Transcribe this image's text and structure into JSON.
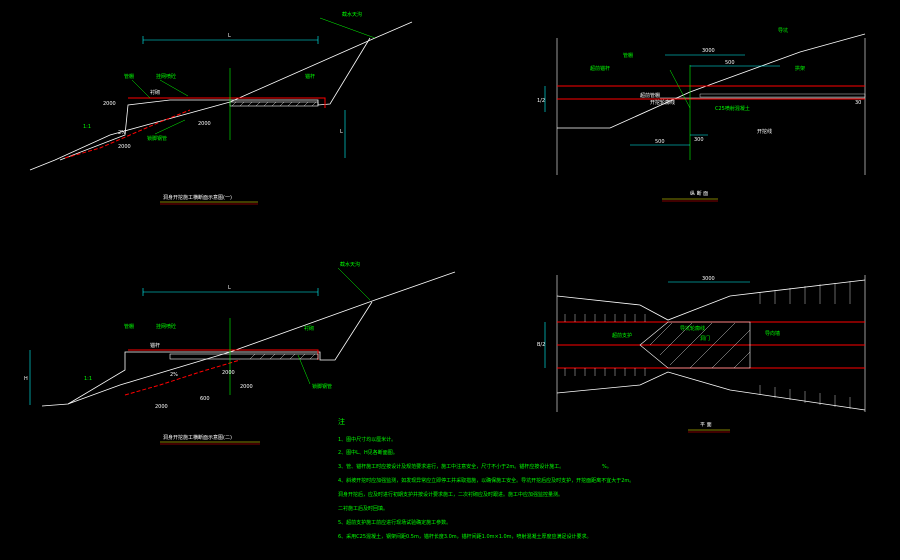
{
  "colors": {
    "background": "#000000",
    "ground_line": "#ffffff",
    "pipe_red": "#ff0000",
    "leader_green": "#00ff00",
    "dimension_cyan": "#00ffff",
    "title_underline_yellow": "#ffff00",
    "note_text_green": "#00ff00",
    "hatch_white": "#ffffff"
  },
  "views": {
    "top_left": {
      "title": "洞身开挖施工横断面示意图(一)",
      "dim_top": "L",
      "dim_side": "L",
      "slope_ratio": "1:1",
      "ratio_inner": "2%",
      "dim_a": "2000",
      "dim_b": "2000",
      "dim_c": "2000",
      "labels": [
        "截水天沟",
        "管棚",
        "挂网喷砼",
        "锚杆",
        "衬砌",
        "锁脚钢管"
      ]
    },
    "top_right": {
      "title": "纵 断 面",
      "dim_top_a": "3000",
      "dim_top_b": "500",
      "dim_bottom_a": "500",
      "dim_bottom_b": "300",
      "dim_side": "1/2",
      "dim_right": "30",
      "labels": [
        "导坑",
        "超前锚杆",
        "管棚",
        "超前管棚",
        "C25喷射混凝土",
        "开挖轮廓线",
        "拱架",
        "开挖线"
      ]
    },
    "bottom_left": {
      "title": "洞身开挖施工横断面示意图(二)",
      "dim_top": "L",
      "dim_side": "H",
      "slope_ratio": "1:1",
      "ratio_inner": "2%",
      "dim_a": "2000",
      "dim_b": "600",
      "dim_c": "2000",
      "dim_d": "2000",
      "labels": [
        "截水天沟",
        "管棚",
        "挂网喷砼",
        "衬砌",
        "锚杆",
        "锁脚钢管"
      ]
    },
    "bottom_right": {
      "title": "平 面",
      "dim_top": "3000",
      "dim_side": "B/2",
      "labels": [
        "洞门",
        "超前支护",
        "导向墙",
        "导坑轮廓线"
      ]
    }
  },
  "notes": {
    "heading": "注",
    "items": [
      "1、图中尺寸均以厘米计。",
      "2、图中L、H见各断面图。",
      "3、管、锚杆施工时应按设计及规范要求进行，施工中注意安全，尺寸不小于2m。锚杆应按设计施工。",
      "4、斜坡开挖时应加强监测，如发现异常应立即停工并采取措施，以确保施工安全。导坑开挖后应及时支护，开挖面距离不宜大于2m。",
      "    洞身开挖后，应及时进行初期支护并按设计要求施工，二次衬砌应及时跟进。施工中应加强监控量测。",
      "    二衬施工后及时回填。",
      "5、超前支护施工前应进行现场试验确定施工参数。",
      "6、采用C25混凝土，钢架间距0.5m，锚杆长度3.0m，锚杆间距1.0m×1.0m，喷射混凝土厚度应满足设计要求。"
    ],
    "percent_mark": "%。"
  }
}
